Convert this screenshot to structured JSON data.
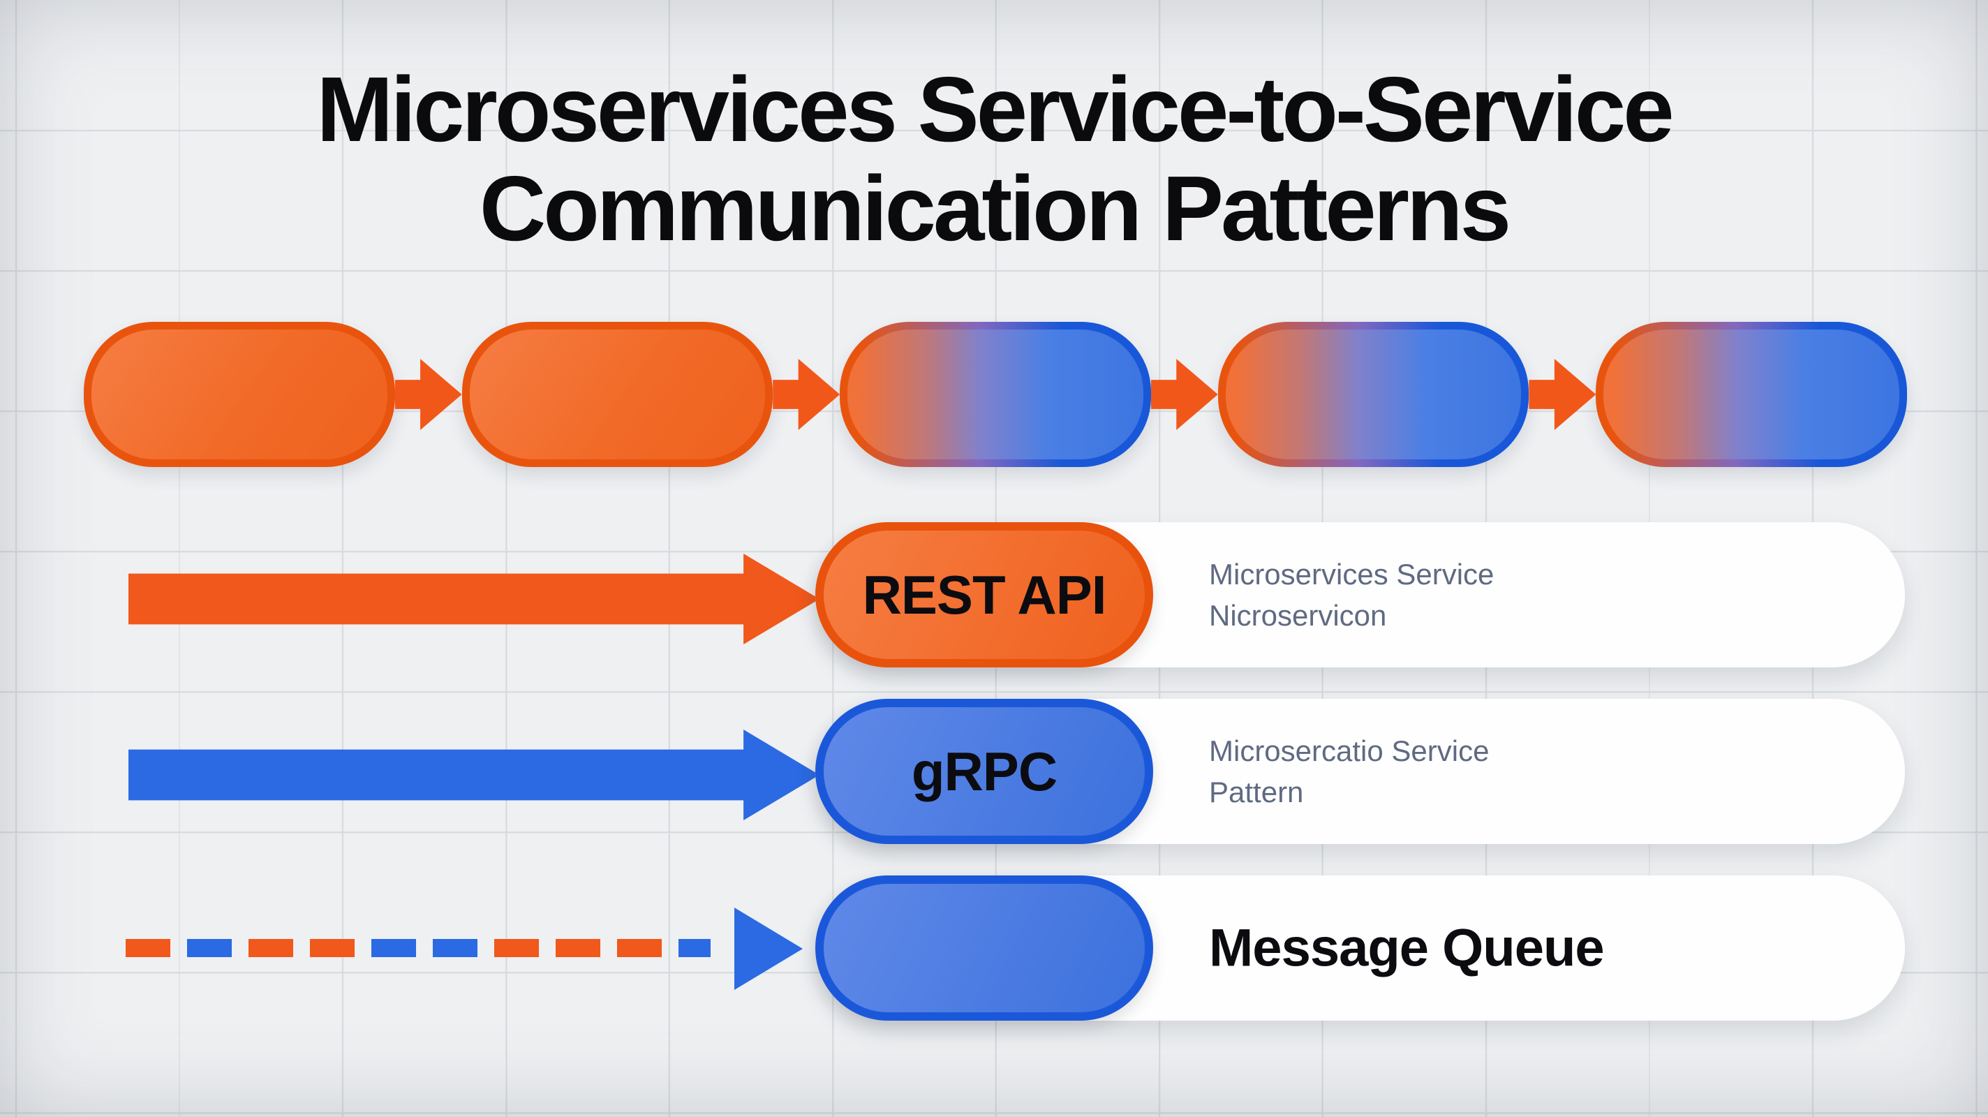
{
  "title": {
    "line1": "Microservices Service-to-Service",
    "line2": "Communication Patterns"
  },
  "flow": {
    "nodes": [
      "node-orange",
      "node-orange",
      "node-gradient",
      "node-gradient",
      "node-gradient"
    ],
    "arrow_color": "#f2571a"
  },
  "legend": [
    {
      "badge": "REST API",
      "badge_color": "#ef611d",
      "arrow_style": "solid-orange",
      "arrow_color": "#f1581b",
      "desc_line1": "Microservices Service",
      "desc_line2": "Nicroservicon"
    },
    {
      "badge": "gRPC",
      "badge_color": "#3c71dd",
      "arrow_style": "solid-blue",
      "arrow_color": "#2b6ae3",
      "desc_line1": "Microsercatio Service",
      "desc_line2": "Pattern"
    },
    {
      "badge": "",
      "badge_color": "#3c71dd",
      "arrow_style": "dashed-orange-blue",
      "label": "Message Queue",
      "dash_pattern": [
        "dash-orange",
        "dash-blue",
        "dash-orange",
        "dash-orange",
        "dash-blue",
        "dash-blue",
        "dash-orange",
        "dash-orange",
        "dash-orange",
        "dash-blue"
      ]
    }
  ],
  "colors": {
    "background": "#eef0f2",
    "grid_line": "#d6d9dd",
    "orange_fill": "#ef611d",
    "orange_border": "#e8540e",
    "blue_fill": "#3c71dd",
    "blue_border": "#1b58d9",
    "orange_arrow": "#f1581b",
    "blue_arrow": "#2b6ae3",
    "card_background": "#ffffff",
    "description_text": "#5f6a82",
    "title_text": "#0b0b0d"
  }
}
